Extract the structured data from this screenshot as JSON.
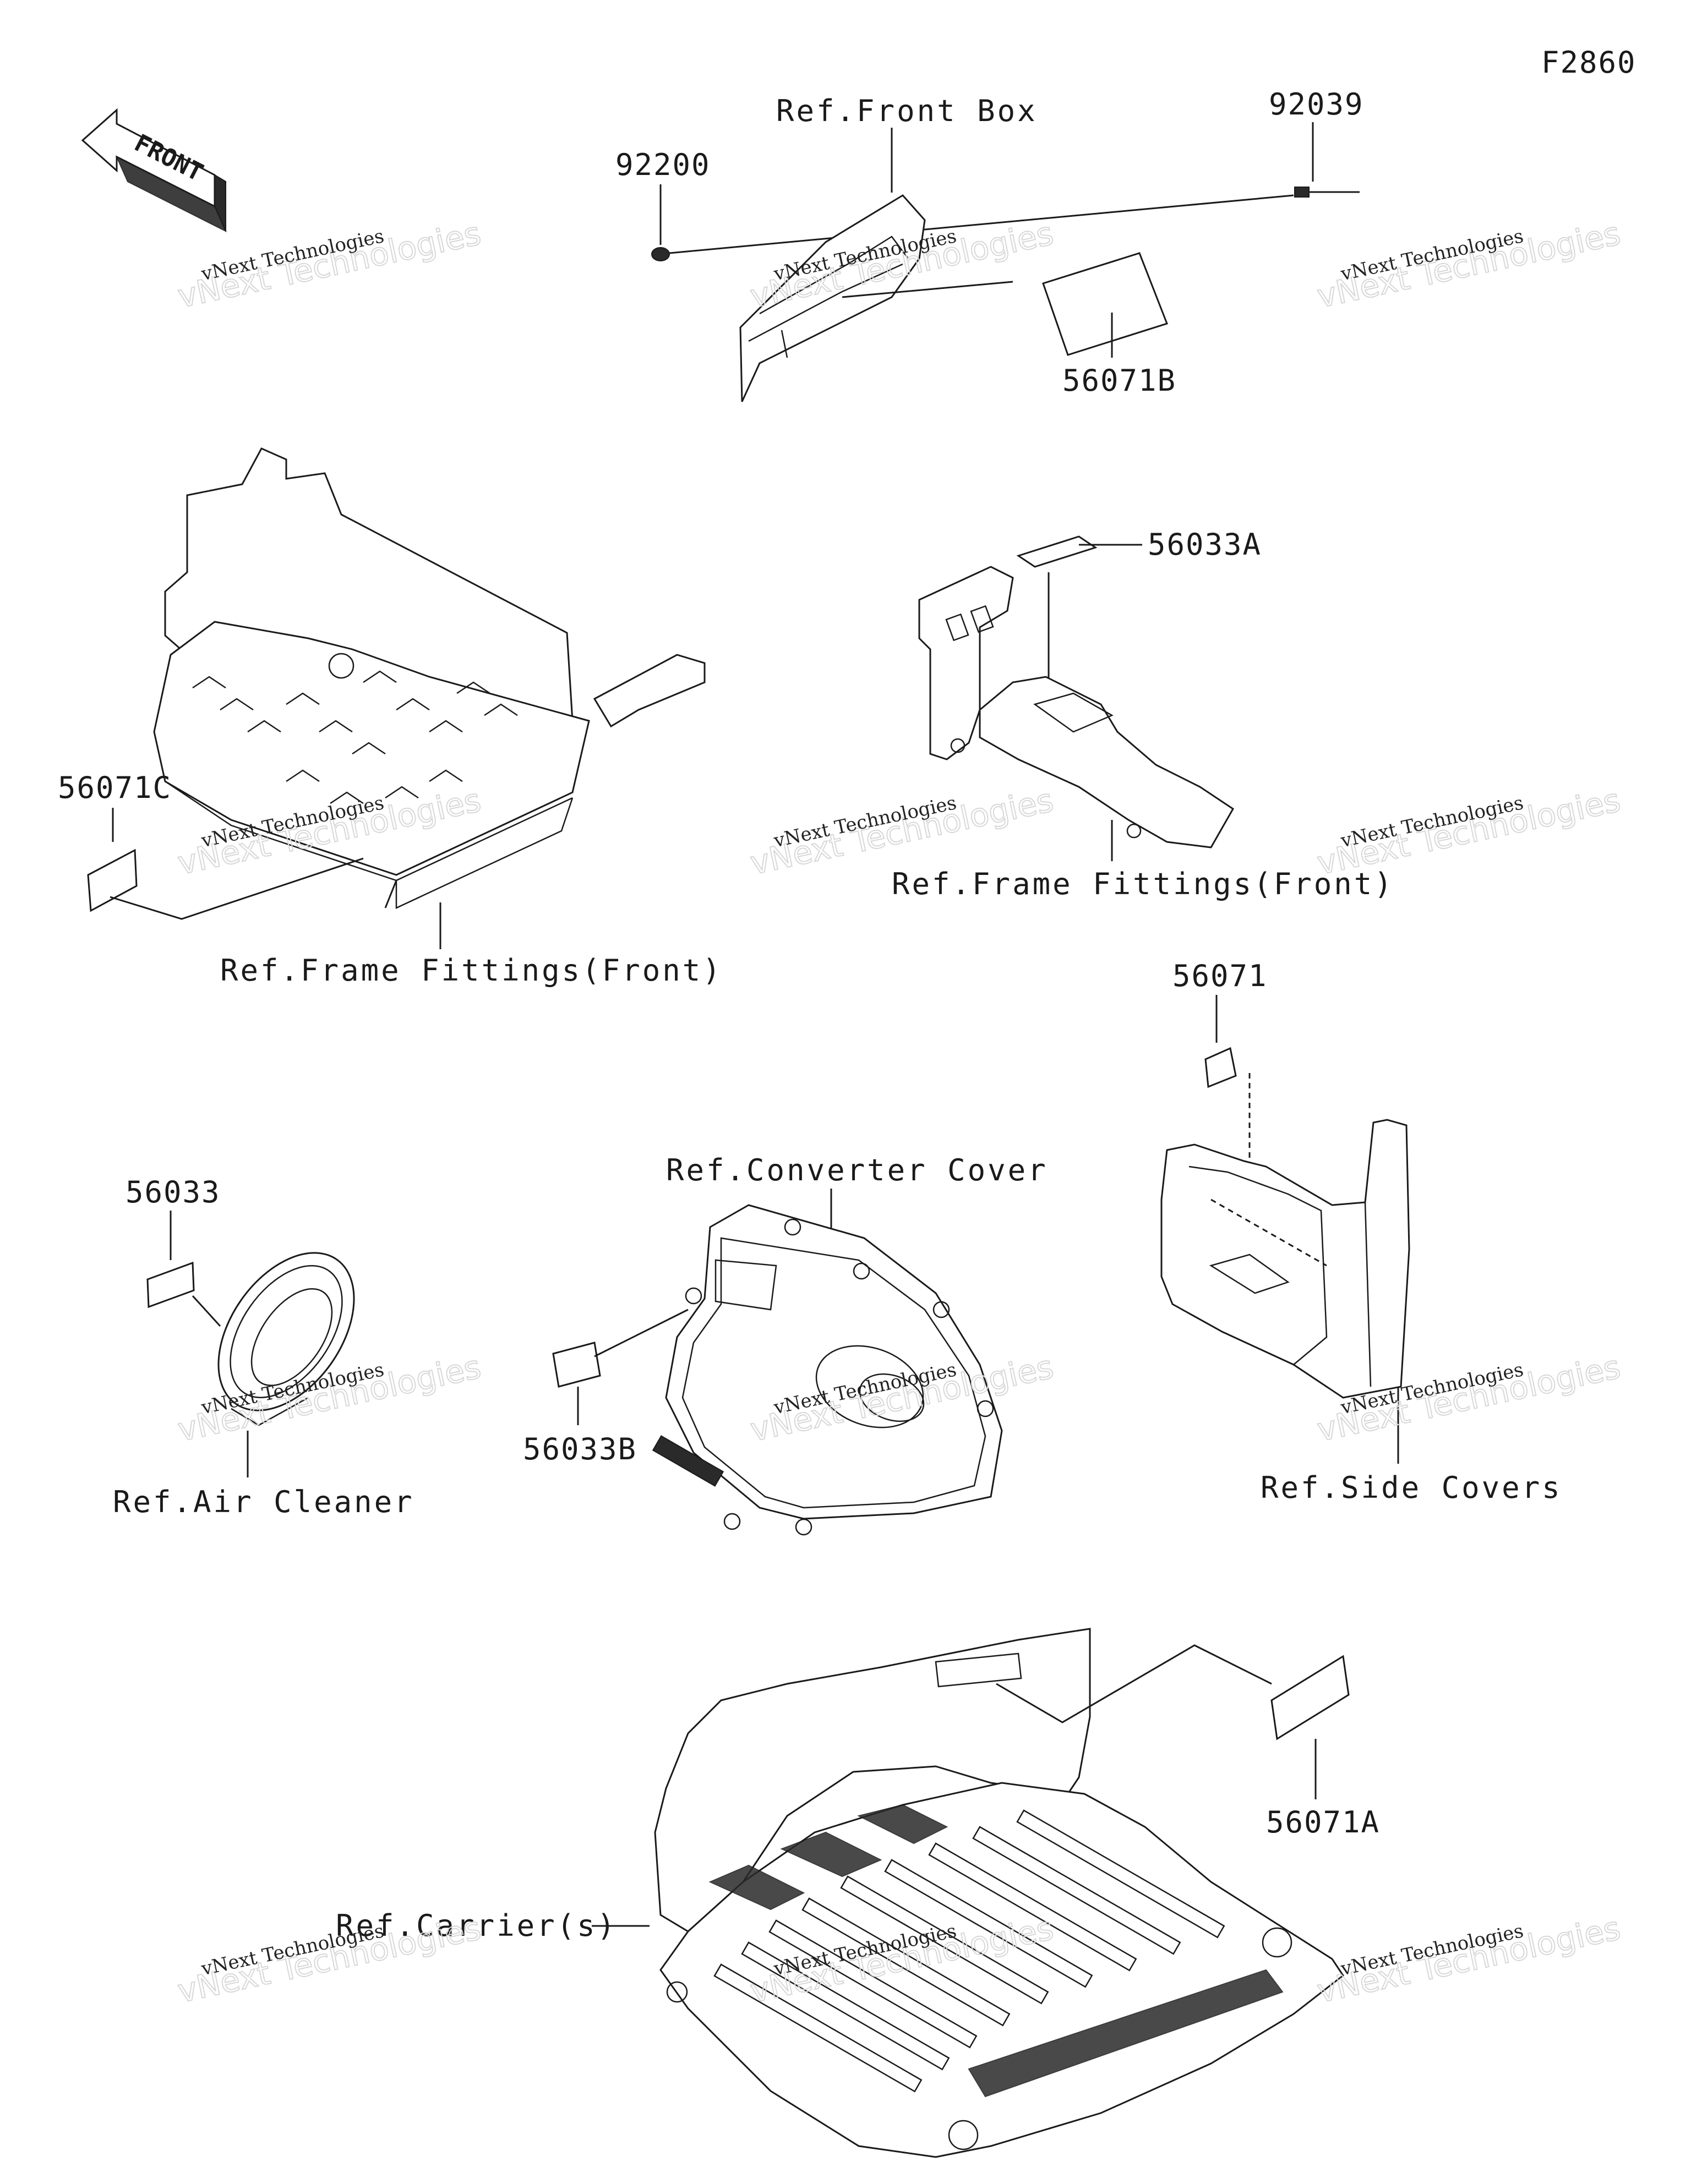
{
  "figure_id": "F2860",
  "front_arrow": {
    "text": "FRONT"
  },
  "labels": {
    "ref_front_box": "Ref.Front Box",
    "ref_frame_fittings_left": "Ref.Frame Fittings(Front)",
    "ref_frame_fittings_right": "Ref.Frame Fittings(Front)",
    "ref_converter_cover": "Ref.Converter Cover",
    "ref_side_covers": "Ref.Side Covers",
    "ref_air_cleaner": "Ref.Air Cleaner",
    "ref_carriers": "Ref.Carrier(s)"
  },
  "part_numbers": {
    "p92200": "92200",
    "p92039": "92039",
    "p56071B": "56071B",
    "p56033A": "56033A",
    "p56071C": "56071C",
    "p56071": "56071",
    "p56033": "56033",
    "p56033B": "56033B",
    "p56071A": "56071A"
  },
  "watermark": {
    "line1": "vNext Technologies",
    "line2": "vNext Technologies"
  },
  "colors": {
    "line": "#1a1a1a",
    "background": "#ffffff",
    "watermark_outline": "#d8d8d8"
  }
}
